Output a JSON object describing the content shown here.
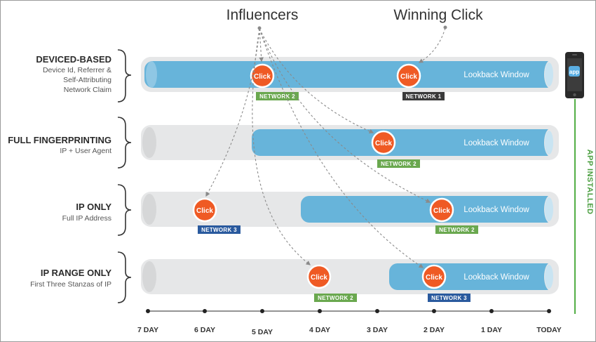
{
  "header": {
    "influencers": "Influencers",
    "winning_click": "Winning Click"
  },
  "colors": {
    "lookback": "#67b4da",
    "tube_gray": "#e6e7e8",
    "click_orange": "#ef5a24",
    "network1": "#3a3a3a",
    "network2": "#6aa84f",
    "network3": "#2a5a9e",
    "app_green": "#59b14c"
  },
  "rows": [
    {
      "title": "DEVICED-BASED",
      "sub": [
        "Device Id, Referrer &",
        "Self-Attributing",
        "Network Claim"
      ]
    },
    {
      "title": "FULL FINGERPRINTING",
      "sub": [
        "IP + User Agent"
      ]
    },
    {
      "title": "IP ONLY",
      "sub": [
        "Full IP Address"
      ]
    },
    {
      "title": "IP RANGE ONLY",
      "sub": [
        "First Three Stanzas of IP"
      ]
    }
  ],
  "lookback_label": "Lookback Window",
  "click_label": "Click",
  "networks": {
    "n1": "NETWORK 1",
    "n2": "NETWORK 2",
    "n3": "NETWORK 3"
  },
  "timeline": [
    "7 DAY",
    "6 DAY",
    "5 DAY",
    "4 DAY",
    "3 DAY",
    "2 DAY",
    "1 DAY",
    "TODAY"
  ],
  "app": {
    "icon_label": "app",
    "installed": "APP INSTALLED"
  }
}
